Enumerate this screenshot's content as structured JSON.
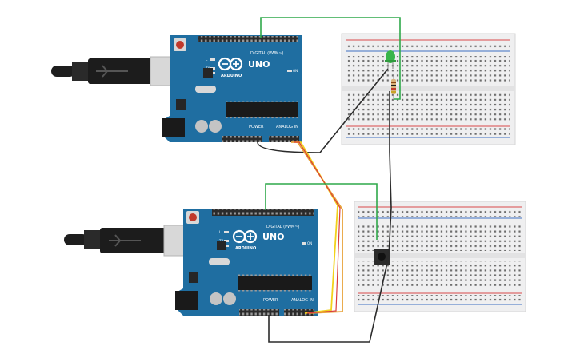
{
  "colors": {
    "board": "#1f6ea1",
    "board_dark": "#175a85",
    "header": "#2b2b2b",
    "wire_green": "#2fa84a",
    "wire_black": "#2b2b2b",
    "wire_orange": "#e8a33a",
    "wire_yellow": "#f2d21b",
    "wire_red": "#d93c3c",
    "led": "#39b54a",
    "breadboard": "#efeff0",
    "rail_red": "#d94a4a",
    "rail_blue": "#3c6fc2"
  },
  "boards": [
    {
      "name": "arduino-uno-top",
      "brand": "ARDUINO",
      "model": "UNO",
      "digital_label": "DIGITAL (PWM~)",
      "power_label": "POWER",
      "analog_label": "ANALOG IN",
      "on_label": "ON",
      "led_labels": [
        "L",
        "TX",
        "RX"
      ]
    },
    {
      "name": "arduino-uno-bottom",
      "brand": "ARDUINO",
      "model": "UNO",
      "digital_label": "DIGITAL (PWM~)",
      "power_label": "POWER",
      "analog_label": "ANALOG IN",
      "on_label": "ON",
      "led_labels": [
        "L",
        "TX",
        "RX"
      ]
    }
  ],
  "icons": {
    "usb": "usb-cable-icon",
    "led": "green-led-icon",
    "resistor": "resistor-icon",
    "button": "pushbutton-icon"
  }
}
